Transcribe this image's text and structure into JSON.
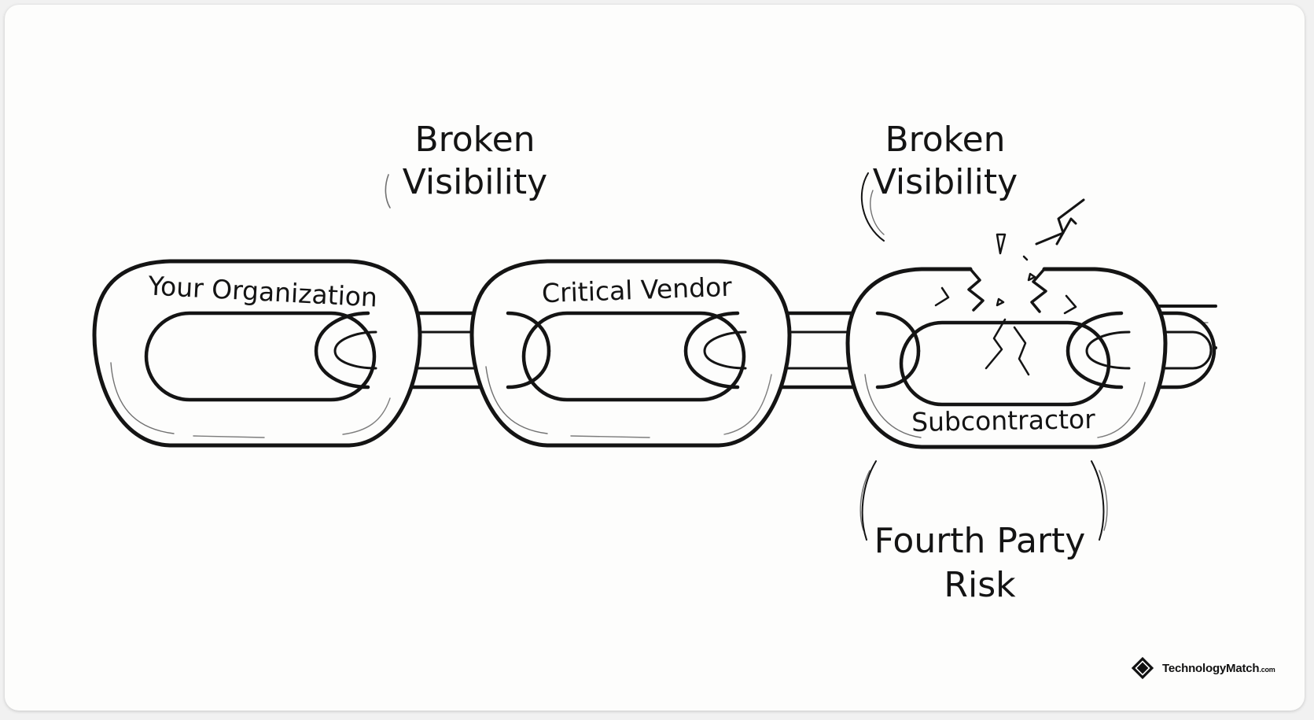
{
  "labels": {
    "link_1": "Your Organization",
    "link_2": "Critical Vendor",
    "link_3": "Subcontractor",
    "callout_left_line1": "Broken",
    "callout_left_line2": "Visibility",
    "callout_right_line1": "Broken",
    "callout_right_line2": "Visibility",
    "risk_line1": "Fourth Party",
    "risk_line2": "Risk"
  },
  "brand": {
    "name": "TechnologyMatch",
    "suffix": ".com"
  },
  "colors": {
    "ink": "#141414",
    "paper": "#fdfdfc"
  }
}
